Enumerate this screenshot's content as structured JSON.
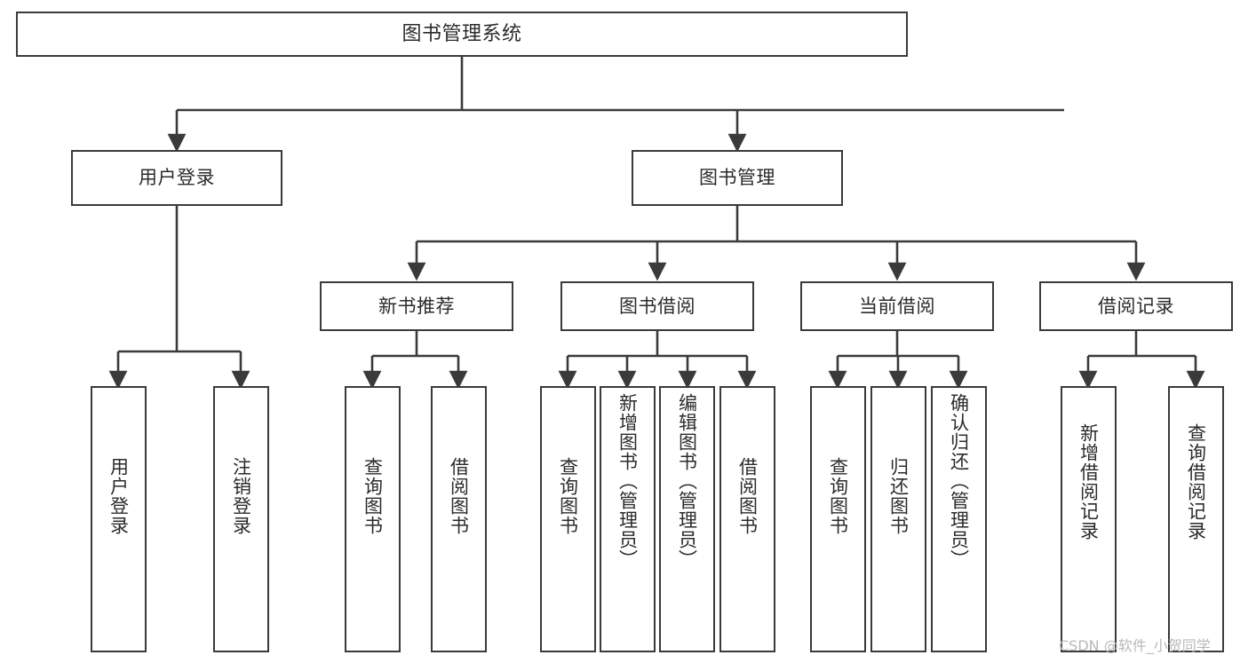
{
  "diagram": {
    "type": "tree-hierarchy-chart",
    "title": "图书管理系统",
    "watermark": "CSDN @软件_小贺同学",
    "colors": {
      "stroke": "#3a3a3a",
      "fill": "#ffffff",
      "text": "#2b2b2b",
      "watermark": "#b9b9b9"
    },
    "nodes": {
      "root": {
        "label": "图书管理系统"
      },
      "level2": {
        "user_login": {
          "label": "用户登录"
        },
        "book_manage": {
          "label": "图书管理"
        }
      },
      "level3": {
        "new_book_rec": {
          "label": "新书推荐"
        },
        "book_borrow": {
          "label": "图书借阅"
        },
        "current_borrow": {
          "label": "当前借阅"
        },
        "borrow_record": {
          "label": "借阅记录"
        }
      },
      "leaves": {
        "user_login": [
          {
            "label": "用户登录"
          },
          {
            "label": "注销登录"
          }
        ],
        "new_book_rec": [
          {
            "label": "查询图书"
          },
          {
            "label": "借阅图书"
          }
        ],
        "book_borrow": [
          {
            "label": "查询图书"
          },
          {
            "label": "新增图书（管理员）"
          },
          {
            "label": "编辑图书（管理员）"
          },
          {
            "label": "借阅图书"
          }
        ],
        "current_borrow": [
          {
            "label": "查询图书"
          },
          {
            "label": "归还图书"
          },
          {
            "label": "确认归还（管理员）"
          }
        ],
        "borrow_record": [
          {
            "label": "新增借阅记录"
          },
          {
            "label": "查询借阅记录"
          }
        ]
      }
    }
  }
}
